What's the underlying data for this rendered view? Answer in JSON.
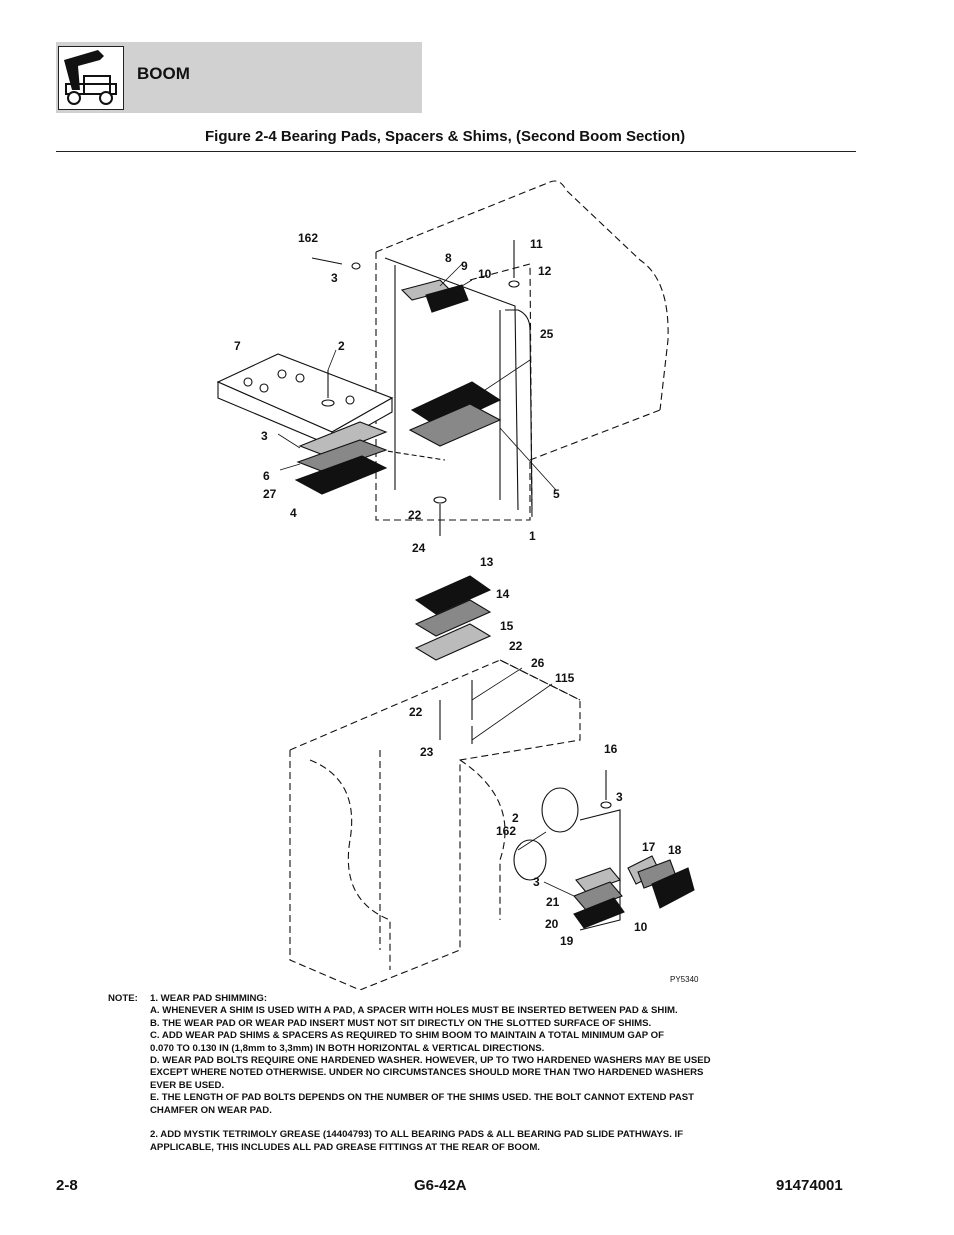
{
  "header": {
    "section_title": "BOOM"
  },
  "figure": {
    "title": "Figure 2-4 Bearing Pads, Spacers & Shims, (Second Boom Section)",
    "code": "PY5340"
  },
  "callouts": [
    "162",
    "3",
    "8",
    "9",
    "10",
    "11",
    "12",
    "7",
    "2",
    "25",
    "3",
    "6",
    "27",
    "4",
    "5",
    "22",
    "24",
    "1",
    "13",
    "14",
    "15",
    "22",
    "26",
    "115",
    "22",
    "23",
    "16",
    "3",
    "2",
    "162",
    "17",
    "18",
    "3",
    "21",
    "20",
    "19",
    "10"
  ],
  "notes": {
    "lead": "NOTE:",
    "lines": [
      "1. WEAR PAD SHIMMING:",
      "A. WHENEVER A SHIM IS USED WITH A PAD, A SPACER WITH HOLES MUST BE INSERTED BETWEEN PAD & SHIM.",
      "B. THE WEAR PAD OR WEAR PAD INSERT MUST NOT SIT DIRECTLY ON THE SLOTTED SURFACE OF SHIMS.",
      "C. ADD WEAR PAD SHIMS & SPACERS AS REQUIRED TO SHIM BOOM TO MAINTAIN A TOTAL MINIMUM GAP OF",
      "0.070 TO 0.130 IN (1,8mm to 3,3mm) IN BOTH HORIZONTAL & VERTICAL DIRECTIONS.",
      "D. WEAR PAD BOLTS REQUIRE ONE HARDENED WASHER. HOWEVER, UP TO TWO HARDENED WASHERS MAY BE USED",
      "EXCEPT WHERE NOTED OTHERWISE. UNDER NO CIRCUMSTANCES SHOULD MORE THAN TWO HARDENED WASHERS",
      "EVER BE USED.",
      "E. THE LENGTH OF PAD BOLTS DEPENDS ON THE NUMBER OF THE SHIMS USED. THE BOLT CANNOT EXTEND PAST",
      "CHAMFER ON WEAR PAD.",
      "",
      "2. ADD MYSTIK TETRIMOLY GREASE (14404793) TO ALL BEARING PADS & ALL BEARING PAD SLIDE PATHWAYS. IF",
      "APPLICABLE, THIS INCLUDES ALL PAD GREASE FITTINGS AT THE REAR OF BOOM."
    ]
  },
  "footer": {
    "page": "2-8",
    "model": "G6-42A",
    "part_number": "91474001"
  }
}
